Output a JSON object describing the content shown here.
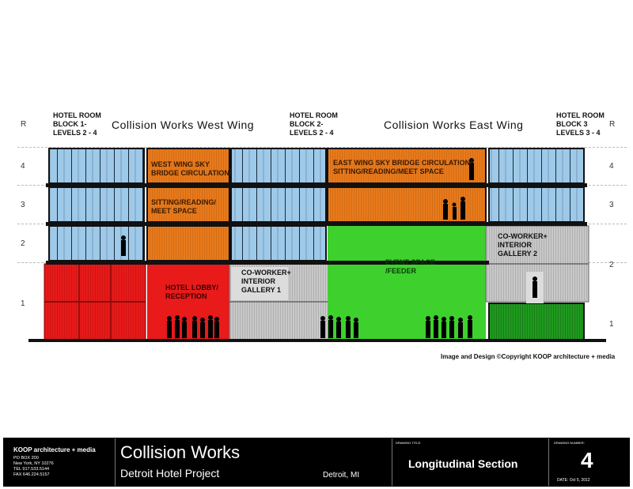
{
  "wings": {
    "west": "Collision Works West Wing",
    "east": "Collision Works East Wing"
  },
  "blocks": {
    "b1": [
      "HOTEL ROOM",
      "BLOCK 1-",
      "LEVELS 2 - 4"
    ],
    "b2": [
      "HOTEL ROOM",
      "BLOCK 2-",
      "LEVELS 2 - 4"
    ],
    "b3": [
      "HOTEL ROOM",
      "BLOCK 3",
      "LEVELS 3 - 4"
    ]
  },
  "levels_left": [
    "R",
    "4",
    "3",
    "2",
    "1"
  ],
  "levels_right": [
    "R",
    "4",
    "3",
    "2",
    "1"
  ],
  "rooms": {
    "west_sky": [
      "WEST WING SKY",
      "BRIDGE CIRCULATION/"
    ],
    "west_sit": [
      "SITTING/READING/",
      "MEET SPACE"
    ],
    "east_sky": [
      "EAST WING SKY BRIDGE CIRCULATION/",
      "SITTING/READING/MEET SPACE"
    ],
    "lobby": [
      "HOTEL LOBBY/",
      "RECEPTION"
    ],
    "cowork1": [
      "CO-WORKER+",
      "INTERIOR",
      "GALLERY 1"
    ],
    "event": [
      "EVENT SPACE",
      "/FEEDER"
    ],
    "cowork2": [
      "CO-WORKER+",
      "INTERIOR",
      "GALLERY 2"
    ]
  },
  "copyright": "Image and Design ©Copyright KOOP architecture + media",
  "title_block": {
    "firm": "KOOP architecture + media",
    "address": [
      "PO BOX 200",
      "New York, NY 10276",
      "TEL 917.533.5144",
      "FAX 646.224.5157"
    ],
    "project": "Collision Works",
    "subtitle": "Detroit Hotel Project",
    "location": "Detroit, MI",
    "drawing_title_label": "DRAWING TITLE:",
    "drawing_title": "Longitudinal Section",
    "drawing_number_label": "DRAWING NUMBER:",
    "drawing_number": "4",
    "date": "DATE: Oct 5, 2012"
  },
  "colors": {
    "window_blue": "#9ec9e8",
    "orange": "#e87a1c",
    "red": "#e81a1a",
    "green": "#3ed12e",
    "dark_green": "#1f9a1f",
    "grey": "#c8c8c8"
  }
}
